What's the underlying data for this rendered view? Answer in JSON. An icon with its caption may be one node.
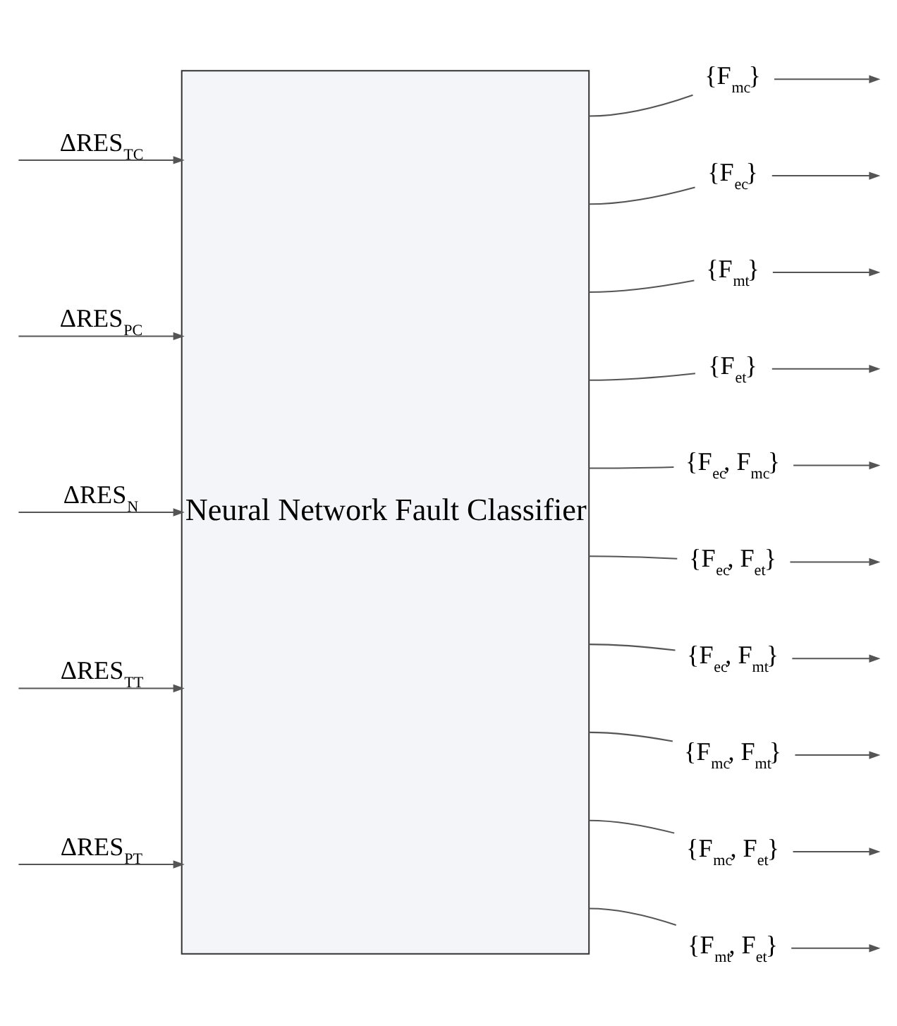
{
  "diagram": {
    "nodes": [
      {
        "text": [
          "Neural Network Fault Classifier"
        ]
      },
      {
        "text": [
          "{F$_{mc}$}"
        ]
      },
      {
        "text": [
          "{F$_{ec}$}"
        ]
      },
      {
        "text": [
          "{F$_{mt}$}"
        ]
      },
      {
        "text": [
          "{F$_{et}$}"
        ]
      },
      {
        "text": [
          "{F$_{ec}$, F$_{mc}$}"
        ]
      },
      {
        "text": [
          "{F$_{ec}$, F$_{et}$}"
        ]
      },
      {
        "text": [
          "{F$_{ec}$, F$_{mt}$}"
        ]
      },
      {
        "text": [
          "{F$_{mc}$, F$_{mt}$}"
        ]
      },
      {
        "text": [
          "{F$_{mc}$, F$_{et}$}"
        ]
      },
      {
        "text": [
          "{F$_{mt}$, F$_{et}$}"
        ]
      }
    ],
    "edges": [
      {
        "from": null,
        "to": 0,
        "arrow": "to",
        "label": "ΔRES$_{TC}$"
      },
      {
        "from": null,
        "to": 0,
        "arrow": "to",
        "label": "ΔRES$_{PC}$"
      },
      {
        "from": null,
        "to": 0,
        "arrow": "to",
        "label": "ΔRES$_{N}$"
      },
      {
        "from": null,
        "to": 0,
        "arrow": "to",
        "label": "ΔRES$_{TT}$"
      },
      {
        "from": null,
        "to": 0,
        "arrow": "to",
        "label": "ΔRES$_{PT}$"
      },
      {
        "from": 0,
        "to": 1,
        "arrow": "none"
      },
      {
        "from": 1,
        "to": null,
        "arrow": "to"
      },
      {
        "from": 0,
        "to": 2,
        "arrow": "none"
      },
      {
        "from": 2,
        "to": null,
        "arrow": "to"
      },
      {
        "from": 0,
        "to": 3,
        "arrow": "none"
      },
      {
        "from": 3,
        "to": null,
        "arrow": "to"
      },
      {
        "from": 0,
        "to": 4,
        "arrow": "none"
      },
      {
        "from": 4,
        "to": null,
        "arrow": "to"
      },
      {
        "from": 0,
        "to": 5,
        "arrow": "none"
      },
      {
        "from": 5,
        "to": null,
        "arrow": "to"
      },
      {
        "from": 0,
        "to": 6,
        "arrow": "none"
      },
      {
        "from": 6,
        "to": null,
        "arrow": "to"
      },
      {
        "from": 0,
        "to": 7,
        "arrow": "none"
      },
      {
        "from": 7,
        "to": null,
        "arrow": "to"
      },
      {
        "from": 0,
        "to": 8,
        "arrow": "none"
      },
      {
        "from": 8,
        "to": null,
        "arrow": "to"
      },
      {
        "from": 0,
        "to": 9,
        "arrow": "none"
      },
      {
        "from": 9,
        "to": null,
        "arrow": "to"
      },
      {
        "from": 0,
        "to": 10,
        "arrow": "none"
      },
      {
        "from": 10,
        "to": null,
        "arrow": "to"
      }
    ]
  }
}
